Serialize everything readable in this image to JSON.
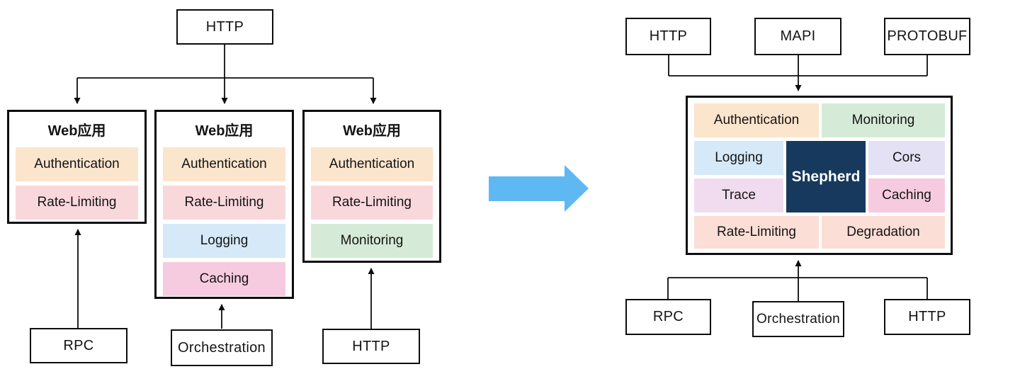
{
  "colors": {
    "peach": "#FBE5CD",
    "pink": "#F9D8DC",
    "magenta_pink": "#F6CBE0",
    "light_blue": "#D5E9F8",
    "green": "#D5EBD7",
    "lavender": "#E4E1F4",
    "pink_lavender": "#F1DCEF",
    "salmon": "#FBDED5",
    "navy": "#17395D",
    "transform_arrow_blue": "#5EB9F2",
    "line": "#0d0d0d"
  },
  "left": {
    "top_source": "HTTP",
    "apps": [
      {
        "title": "Web应用",
        "chips": [
          {
            "label": "Authentication",
            "color": "#FBE5CD"
          },
          {
            "label": "Rate-Limiting",
            "color": "#F9D8DC"
          }
        ]
      },
      {
        "title": "Web应用",
        "chips": [
          {
            "label": "Authentication",
            "color": "#FBE5CD"
          },
          {
            "label": "Rate-Limiting",
            "color": "#F9D8DC"
          },
          {
            "label": "Logging",
            "color": "#D5E9F8"
          },
          {
            "label": "Caching",
            "color": "#F6CBE0"
          }
        ]
      },
      {
        "title": "Web应用",
        "chips": [
          {
            "label": "Authentication",
            "color": "#FBE5CD"
          },
          {
            "label": "Rate-Limiting",
            "color": "#F9D8DC"
          },
          {
            "label": "Monitoring",
            "color": "#D5EBD7"
          }
        ]
      }
    ],
    "bottom_sources": [
      "RPC",
      "Orchestration",
      "HTTP"
    ]
  },
  "right": {
    "top_sources": [
      "HTTP",
      "MAPI",
      "PROTOBUF"
    ],
    "gateway": {
      "core": "Shepherd",
      "row1": [
        {
          "label": "Authentication",
          "color": "#FBE5CD"
        },
        {
          "label": "Monitoring",
          "color": "#D5EBD7"
        }
      ],
      "left_col": [
        {
          "label": "Logging",
          "color": "#D5E9F8"
        },
        {
          "label": "Trace",
          "color": "#F1DCEF"
        }
      ],
      "right_col": [
        {
          "label": "Cors",
          "color": "#E4E1F4"
        },
        {
          "label": "Caching",
          "color": "#F6CBE0"
        }
      ],
      "row3": [
        {
          "label": "Rate-Limiting",
          "color": "#FBDED5"
        },
        {
          "label": "Degradation",
          "color": "#FBDFD4"
        }
      ]
    },
    "bottom_sources": [
      "RPC",
      "Orchestration",
      "HTTP"
    ]
  }
}
